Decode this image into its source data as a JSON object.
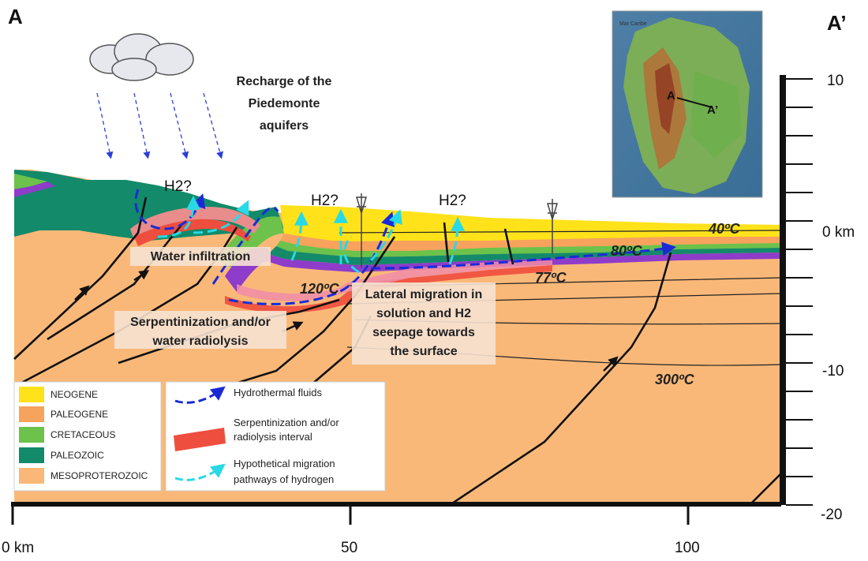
{
  "section": {
    "start_label": "A",
    "end_label": "A’"
  },
  "annotations": {
    "recharge_line1": "Recharge of the",
    "recharge_line2": "Piedemonte",
    "recharge_line3": "aquifers",
    "water_infiltration": "Water infiltration",
    "serpentinization_line1": "Serpentinization and/or",
    "serpentinization_line2": "water radiolysis",
    "lateral_line1": "Lateral migration in",
    "lateral_line2": "solution and H2",
    "lateral_line3": "seepage towards",
    "lateral_line4": "the surface",
    "h2_left": "H2?",
    "h2_mid": "H2?",
    "h2_right": "H2?"
  },
  "temperatures": {
    "t40": "40ºC",
    "t80": "80ºC",
    "t77": "77ºC",
    "t120": "120ºC",
    "t300": "300ºC"
  },
  "axes": {
    "x_labels": [
      "0 km",
      "50",
      "100"
    ],
    "y_labels": [
      "10",
      "0 km",
      "-10",
      "-20"
    ]
  },
  "legend_units": {
    "items": [
      {
        "label": "NEOGENE",
        "color": "#FFE21A"
      },
      {
        "label": "PALEOGENE",
        "color": "#F7A25D"
      },
      {
        "label": "CRETACEOUS",
        "color": "#6CC24A"
      },
      {
        "label": "PALEOZOIC",
        "color": "#138A6A"
      },
      {
        "label": "MESOPROTEROZOIC",
        "color": "#FAB878"
      }
    ]
  },
  "legend_symbols": {
    "hydrothermal": "Hydrothermal fluids",
    "serp_line1": "Serpentinization and/or",
    "serp_line2": "radiolysis interval",
    "migration_line1": "Hypothetical migration",
    "migration_line2": "pathways of hydrogen"
  },
  "inset_map": {
    "label_a": "A",
    "label_a_prime": "A’",
    "sea_label": "Mar Caribe"
  },
  "colors": {
    "neogene": "#FFE21A",
    "paleogene": "#F7A25D",
    "cretaceous": "#6CC24A",
    "paleozoic": "#138A6A",
    "basement": "#FAB878",
    "hydrothermal_arrow": "#1A2BD6",
    "migration_arrow": "#27D9E6",
    "radiolysis_band": "#EE4E3D"
  }
}
